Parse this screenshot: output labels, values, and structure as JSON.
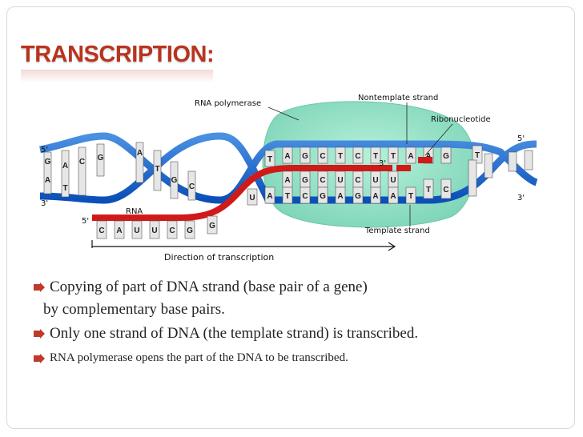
{
  "slide": {
    "title": "TRANSCRIPTION:",
    "bullets": [
      "Copying of part of DNA strand (base pair of a gene)",
      "by complementary base pairs.",
      "Only one strand of DNA (the template strand) is transcribed.",
      "RNA polymerase opens the part of the DNA to be transcribed."
    ]
  },
  "diagram": {
    "labels": {
      "rna_polymerase": "RNA polymerase",
      "nontemplate": "Nontemplate strand",
      "ribonucleotide": "Ribonucleotide",
      "rna": "RNA",
      "template": "Template strand",
      "direction": "Direction of transcription",
      "five_prime": "5'",
      "three_prime": "3'"
    },
    "top_bases": [
      "T",
      "A",
      "G",
      "C",
      "T",
      "C",
      "T",
      "T",
      "A",
      "A",
      "G",
      "T"
    ],
    "bottom_bases": [
      "U",
      "A",
      "T",
      "C",
      "G",
      "A",
      "G",
      "A",
      "A",
      "T",
      "T",
      "C"
    ],
    "rna_bases": [
      "C",
      "A",
      "U",
      "U",
      "C",
      "G",
      "G"
    ],
    "rna_inner_bases": [
      "A",
      "G",
      "C",
      "U",
      "C",
      "U",
      "U"
    ],
    "left_bases_upper": [
      "G",
      "A",
      "C",
      "A",
      "G"
    ],
    "left_bases_lower": [
      "A",
      "T",
      "T",
      "G",
      "C"
    ],
    "colors": {
      "title": "#b8341e",
      "helix": "#1f6ed4",
      "rna": "#d01a1a",
      "polymerase": "#8fe0c4",
      "bullet": "#c0392b"
    }
  }
}
